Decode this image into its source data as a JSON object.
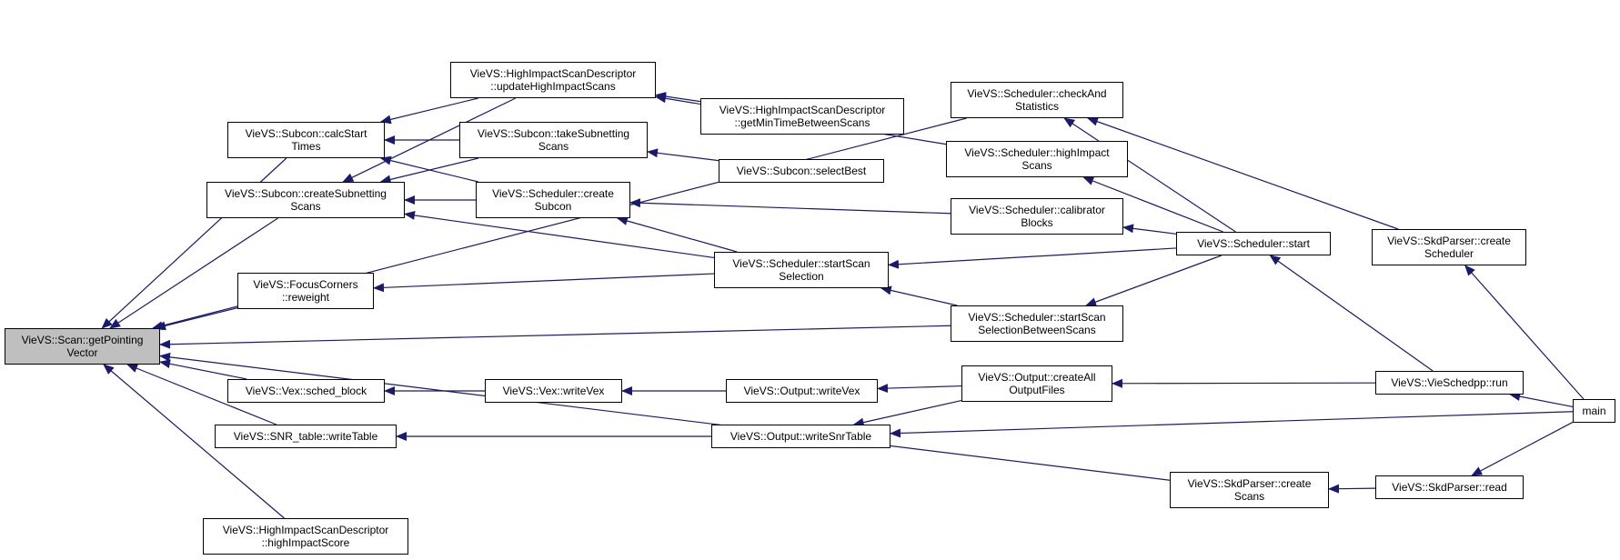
{
  "colors": {
    "edge": "#191970",
    "border": "#000000",
    "focus_fill": "#bfbfbf",
    "node_fill": "#ffffff"
  },
  "nodes": {
    "getPointingVector": {
      "label": "VieVS::Scan::getPointing\nVector",
      "focus": true
    },
    "calcStartTimes": {
      "label": "VieVS::Subcon::calcStart\nTimes"
    },
    "createSubnettingScans": {
      "label": "VieVS::Subcon::createSubnetting\nScans"
    },
    "reweight": {
      "label": "VieVS::FocusCorners\n::reweight"
    },
    "sched_block": {
      "label": "VieVS::Vex::sched_block"
    },
    "snrWriteTable": {
      "label": "VieVS::SNR_table::writeTable"
    },
    "highImpactScore": {
      "label": "VieVS::HighImpactScanDescriptor\n::highImpactScore"
    },
    "updateHighImpactScans": {
      "label": "VieVS::HighImpactScanDescriptor\n::updateHighImpactScans"
    },
    "takeSubnettingScans": {
      "label": "VieVS::Subcon::takeSubnetting\nScans"
    },
    "createSubcon": {
      "label": "VieVS::Scheduler::create\nSubcon"
    },
    "vexWriteVex": {
      "label": "VieVS::Vex::writeVex"
    },
    "getMinTimeBetweenScans": {
      "label": "VieVS::HighImpactScanDescriptor\n::getMinTimeBetweenScans"
    },
    "selectBest": {
      "label": "VieVS::Subcon::selectBest"
    },
    "startScanSelection": {
      "label": "VieVS::Scheduler::startScan\nSelection"
    },
    "outputWriteVex": {
      "label": "VieVS::Output::writeVex"
    },
    "writeSnrTable": {
      "label": "VieVS::Output::writeSnrTable"
    },
    "checkAndStatistics": {
      "label": "VieVS::Scheduler::checkAnd\nStatistics"
    },
    "highImpactScans": {
      "label": "VieVS::Scheduler::highImpact\nScans"
    },
    "calibratorBlocks": {
      "label": "VieVS::Scheduler::calibrator\nBlocks"
    },
    "startScanSelectionBetween": {
      "label": "VieVS::Scheduler::startScan\nSelectionBetweenScans"
    },
    "createAllOutputFiles": {
      "label": "VieVS::Output::createAll\nOutputFiles"
    },
    "createScans": {
      "label": "VieVS::SkdParser::create\nScans"
    },
    "schedulerStart": {
      "label": "VieVS::Scheduler::start"
    },
    "createScheduler": {
      "label": "VieVS::SkdParser::create\nScheduler"
    },
    "vieSchedppRun": {
      "label": "VieVS::VieSchedpp::run"
    },
    "skdRead": {
      "label": "VieVS::SkdParser::read"
    },
    "main": {
      "label": "main"
    }
  },
  "edges": [
    [
      "calcStartTimes",
      "getPointingVector"
    ],
    [
      "createSubnettingScans",
      "getPointingVector"
    ],
    [
      "reweight",
      "getPointingVector"
    ],
    [
      "sched_block",
      "getPointingVector"
    ],
    [
      "snrWriteTable",
      "getPointingVector"
    ],
    [
      "highImpactScore",
      "getPointingVector"
    ],
    [
      "checkAndStatistics",
      "getPointingVector"
    ],
    [
      "startScanSelectionBetween",
      "getPointingVector"
    ],
    [
      "createScans",
      "getPointingVector"
    ],
    [
      "updateHighImpactScans",
      "calcStartTimes"
    ],
    [
      "takeSubnettingScans",
      "calcStartTimes"
    ],
    [
      "createSubcon",
      "calcStartTimes"
    ],
    [
      "updateHighImpactScans",
      "createSubnettingScans"
    ],
    [
      "takeSubnettingScans",
      "createSubnettingScans"
    ],
    [
      "createSubcon",
      "createSubnettingScans"
    ],
    [
      "startScanSelection",
      "createSubnettingScans"
    ],
    [
      "startScanSelection",
      "reweight"
    ],
    [
      "vexWriteVex",
      "sched_block"
    ],
    [
      "writeSnrTable",
      "snrWriteTable"
    ],
    [
      "highImpactScans",
      "updateHighImpactScans"
    ],
    [
      "getMinTimeBetweenScans",
      "updateHighImpactScans"
    ],
    [
      "selectBest",
      "takeSubnettingScans"
    ],
    [
      "startScanSelection",
      "createSubcon"
    ],
    [
      "calibratorBlocks",
      "createSubcon"
    ],
    [
      "outputWriteVex",
      "vexWriteVex"
    ],
    [
      "schedulerStart",
      "startScanSelection"
    ],
    [
      "startScanSelectionBetween",
      "startScanSelection"
    ],
    [
      "createAllOutputFiles",
      "outputWriteVex"
    ],
    [
      "createAllOutputFiles",
      "writeSnrTable"
    ],
    [
      "main",
      "writeSnrTable"
    ],
    [
      "schedulerStart",
      "checkAndStatistics"
    ],
    [
      "createScheduler",
      "checkAndStatistics"
    ],
    [
      "schedulerStart",
      "highImpactScans"
    ],
    [
      "schedulerStart",
      "calibratorBlocks"
    ],
    [
      "schedulerStart",
      "startScanSelectionBetween"
    ],
    [
      "vieSchedppRun",
      "createAllOutputFiles"
    ],
    [
      "skdRead",
      "createScans"
    ],
    [
      "vieSchedppRun",
      "schedulerStart"
    ],
    [
      "main",
      "createScheduler"
    ],
    [
      "main",
      "vieSchedppRun"
    ],
    [
      "main",
      "skdRead"
    ]
  ]
}
